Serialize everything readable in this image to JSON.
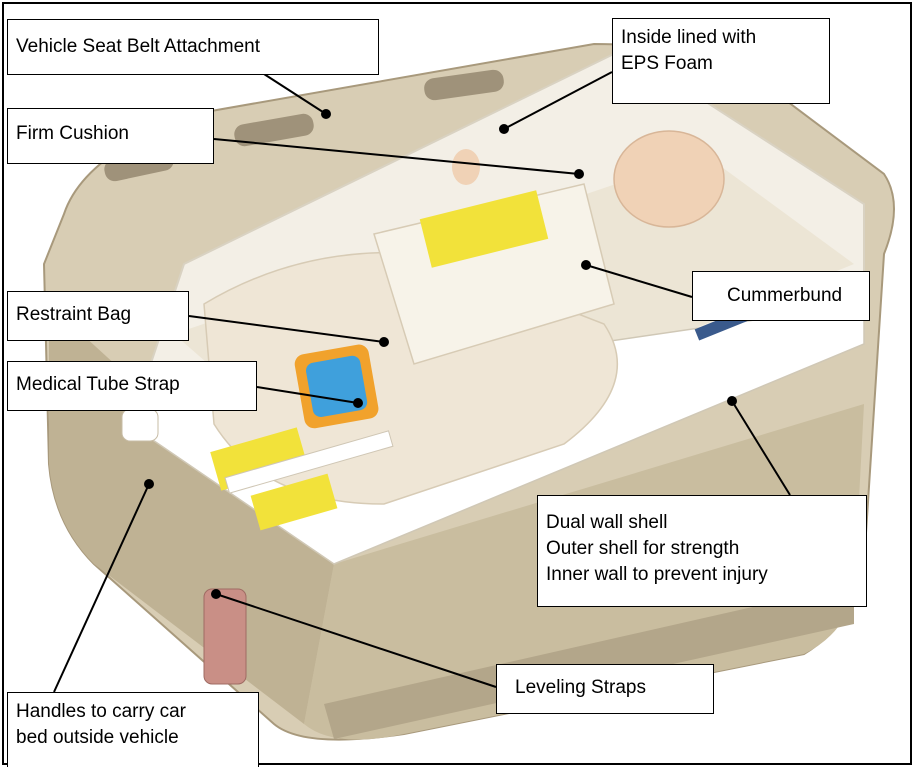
{
  "callouts": {
    "seat_belt": "Vehicle Seat Belt Attachment",
    "eps_foam": [
      "Inside lined with",
      "EPS Foam"
    ],
    "firm_cushion": "Firm Cushion",
    "cummerbund": "Cummerbund",
    "restraint_bag": "Restraint Bag",
    "medical_tube": "Medical Tube Strap",
    "dual_wall": [
      "Dual wall shell",
      "Outer shell for strength",
      "Inner wall to prevent injury"
    ],
    "leveling": "Leveling Straps",
    "handles": [
      "Handles to carry car",
      "bed outside vehicle"
    ]
  },
  "colors": {
    "shell": "#d8cdb4",
    "shell_dark": "#b9ac90",
    "lining": "#f3efe6",
    "label_yellow": "#f2e23a",
    "toy_blue": "#3fa0dc",
    "toy_orange": "#f1a22c",
    "strap_pink": "#c98f86",
    "face": "#f0d2b6",
    "stripe_blue": "#3a5a8c"
  }
}
